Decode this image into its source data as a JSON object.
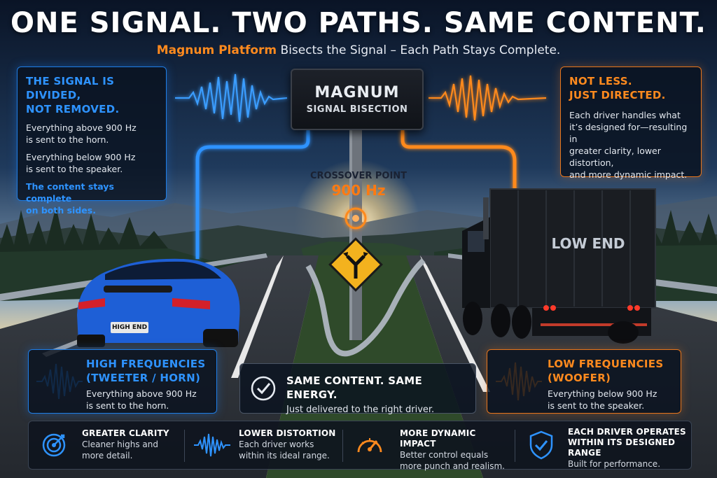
{
  "header": {
    "title": "ONE SIGNAL. TWO PATHS. SAME CONTENT.",
    "subtitle_brand": "Magnum Platform",
    "subtitle_rest": " Bisects the Signal – Each Path Stays Complete."
  },
  "left_panel": {
    "heading_line1": "THE SIGNAL IS DIVIDED,",
    "heading_line2": "NOT REMOVED.",
    "p1_line1": "Everything above 900 Hz",
    "p1_line2": "is sent to the horn.",
    "p2_line1": "Everything below 900 Hz",
    "p2_line2": "is sent to the speaker.",
    "note_line1": "The content stays complete",
    "note_line2": "on both sides."
  },
  "right_panel": {
    "heading_line1": "NOT LESS.",
    "heading_line2": "JUST DIRECTED.",
    "body_line1": "Each driver handles what",
    "body_line2": "it’s designed for—resulting in",
    "body_line3": "greater clarity, lower distortion,",
    "body_line4": "and more dynamic impact."
  },
  "magnum": {
    "title": "MAGNUM",
    "subtitle": "SIGNAL BISECTION"
  },
  "crossover": {
    "label": "CROSSOVER POINT",
    "value": "900 Hz"
  },
  "scene": {
    "truck_label": "LOW END",
    "car_plate": "HIGH END"
  },
  "high_panel": {
    "heading_line1": "HIGH FREQUENCIES",
    "heading_line2": "(TWEETER / HORN)",
    "body_line1": "Everything above 900 Hz",
    "body_line2": "is sent to the horn."
  },
  "same_panel": {
    "heading": "SAME CONTENT. SAME ENERGY.",
    "body": "Just delivered to the right driver."
  },
  "low_panel": {
    "heading_line1": "LOW FREQUENCIES",
    "heading_line2": "(WOOFER)",
    "body_line1": "Everything below 900 Hz",
    "body_line2": "is sent to the speaker."
  },
  "features": [
    {
      "icon": "target-icon",
      "heading_line1": "GREATER CLARITY",
      "heading_line2": "",
      "body_line1": "Cleaner highs and",
      "body_line2": "more detail."
    },
    {
      "icon": "waveform-icon",
      "heading_line1": "LOWER DISTORTION",
      "heading_line2": "",
      "body_line1": "Each driver works",
      "body_line2": "within its ideal range."
    },
    {
      "icon": "gauge-icon",
      "heading_line1": "MORE DYNAMIC IMPACT",
      "heading_line2": "",
      "body_line1": "Better control equals",
      "body_line2": "more punch and realism."
    },
    {
      "icon": "shield-check-icon",
      "heading_line1": "EACH DRIVER OPERATES",
      "heading_line2": "WITHIN ITS DESIGNED RANGE",
      "body_line1": "Built for performance.",
      "body_line2": ""
    }
  ],
  "colors": {
    "high_accent": "#2e93ff",
    "low_accent": "#ff8a1e",
    "background": "#0b1220"
  }
}
